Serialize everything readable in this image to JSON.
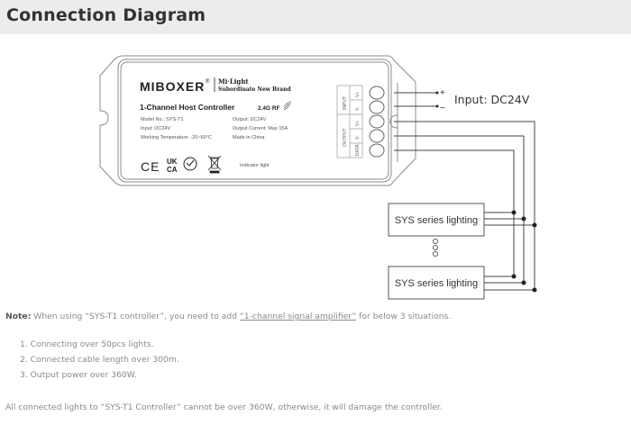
{
  "header": {
    "title": "Connection Diagram"
  },
  "controller": {
    "brand": "MIBOXER",
    "brand_mark": "®",
    "sub_brand_line1": "Mi·Light",
    "sub_brand_line2": "Subordinate New Brand",
    "product_name": "1-Channel Host Controller",
    "rf_label": "2.4G RF",
    "specs_left": [
      "Model No.: SYS-T1",
      "Input: DC24V",
      "Working Temperature: -20~60°C"
    ],
    "specs_right": [
      "Output: DC24V",
      "Output Current: Max 15A",
      "Made in China"
    ],
    "cert_marks": [
      "CE",
      "UKCA",
      "RoHS",
      "WEEE"
    ],
    "indicator_label": "Indicator light",
    "terminal_groups": [
      {
        "group": "INPUT",
        "pins": [
          "V+",
          "V-"
        ]
      },
      {
        "group": "OUTPUT",
        "pins": [
          "V+",
          "V-",
          "DATA"
        ]
      }
    ]
  },
  "input": {
    "label": "Input: DC24V",
    "plus": "+",
    "minus": "−"
  },
  "lights": [
    {
      "label": "SYS series lighting"
    },
    {
      "label": "SYS series lighting"
    }
  ],
  "note": {
    "prefix": "Note:",
    "text_before": " When using “SYS-T1 controller”, you need to add ",
    "link": "“1-channel signal amplifier”",
    "text_after": " for below 3 situations."
  },
  "situations": [
    "1. Connecting over 50pcs lights.",
    "2. Connected cable length over 300m.",
    "3. Output power over 360W."
  ],
  "warning": "All connected lights to “SYS-T1 Controller” cannot be over 360W, otherwise, it will damage the controller."
}
